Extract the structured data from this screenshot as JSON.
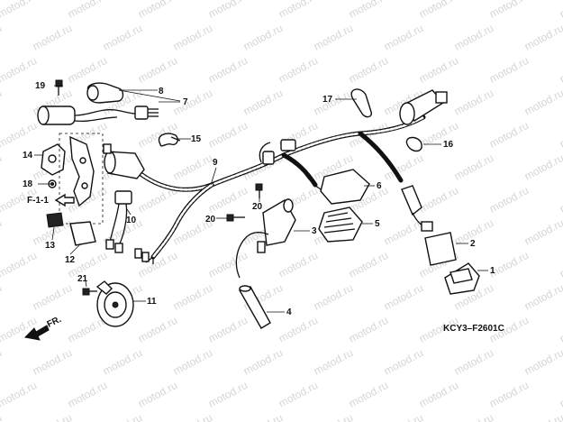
{
  "watermark": {
    "text": "motod.ru"
  },
  "diagram_code": "KCY3–F2601C",
  "section_ref": "F-1-1",
  "front_label": "FR.",
  "callouts": {
    "c1": "1",
    "c2": "2",
    "c3": "3",
    "c4": "4",
    "c5": "5",
    "c6": "6",
    "c7": "7",
    "c8": "8",
    "c9": "9",
    "c10": "10",
    "c11": "11",
    "c12": "12",
    "c13": "13",
    "c14": "14",
    "c15": "15",
    "c16": "16",
    "c17": "17",
    "c18": "18",
    "c19": "19",
    "c20a": "20",
    "c20b": "20",
    "c21": "21"
  },
  "colors": {
    "line": "#111111",
    "watermark": "#d6d6d6",
    "background": "#ffffff"
  }
}
